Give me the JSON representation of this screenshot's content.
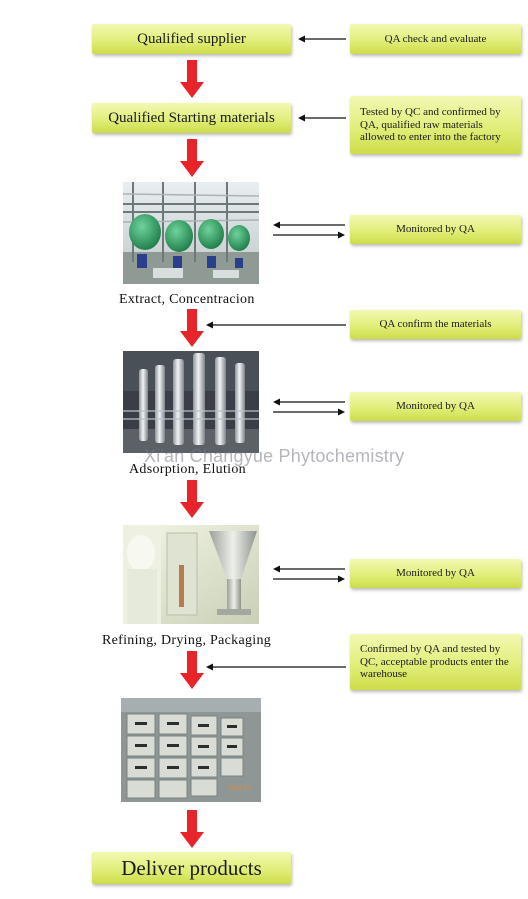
{
  "steps": {
    "supplier": "Qualified supplier",
    "materials": "Qualified Starting materials",
    "extract": "Extract, Concentracion",
    "adsorption": "Adsorption, Elution",
    "refining": "Refining, Drying, Packaging",
    "deliver": "Deliver products"
  },
  "notes": {
    "qa_check": "QA check and evaluate",
    "tested_qc": "Tested by QC and confirmed by QA, qualified raw materials allowed to enter into the factory",
    "monitored_1": "Monitored by QA",
    "qa_confirm": "QA confirm the materials",
    "monitored_2": "Monitored by QA",
    "monitored_3": "Monitored by QA",
    "confirmed_warehouse": "Confirmed by QA and tested by QC, acceptable products enter the warehouse"
  },
  "photo_stamp": "2006 1 2",
  "watermark": "Xi'an Changyue Phytochemistry",
  "colors": {
    "box": "#e2ee7a",
    "arrow_down": "#e8242b",
    "arrow_line": "#111111"
  }
}
